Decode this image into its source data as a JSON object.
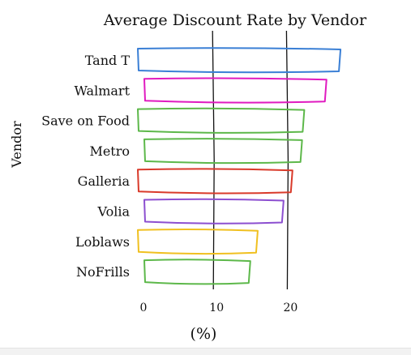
{
  "chart_data": {
    "type": "bar",
    "orientation": "horizontal",
    "title": "Average Discount Rate by Vendor",
    "xlabel": "(%)",
    "ylabel": "Vendor",
    "xlim": [
      0,
      27
    ],
    "xticks": [
      0,
      10,
      20
    ],
    "grid": "vertical lines at 10 and 20",
    "categories": [
      "Tand T",
      "Walmart",
      "Save on Food",
      "Metro",
      "Galleria",
      "Volia",
      "Loblaws",
      "NoFrills"
    ],
    "values": [
      27.2,
      25.3,
      22.3,
      22.0,
      20.7,
      19.5,
      16.0,
      15.0
    ],
    "colors": [
      "#3a7fd5",
      "#e01bc0",
      "#5db84a",
      "#5db84a",
      "#d93a2a",
      "#8c4fd0",
      "#f0c020",
      "#5db84a"
    ]
  }
}
